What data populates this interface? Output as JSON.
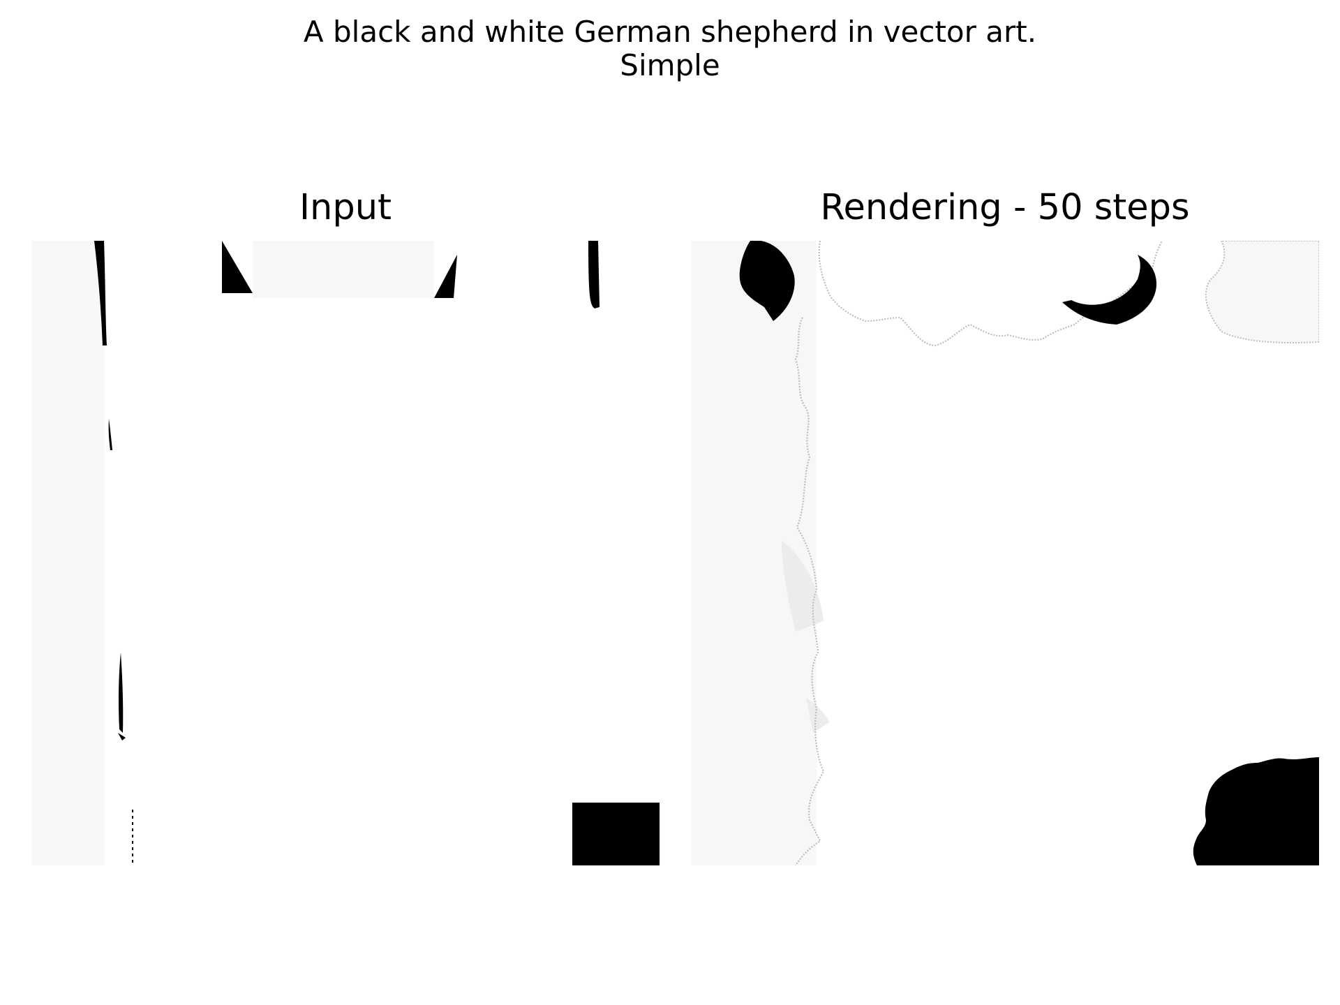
{
  "figure": {
    "title_line1": "A black and white German shepherd in vector art.",
    "title_line2": "Simple"
  },
  "panels": [
    {
      "title": "Input"
    },
    {
      "title": "Rendering - 50 steps"
    }
  ],
  "colors": {
    "background": "#ffffff",
    "ink": "#000000",
    "faint_fill": "#f5f5f5",
    "outline_gray": "#bdbdbd"
  }
}
